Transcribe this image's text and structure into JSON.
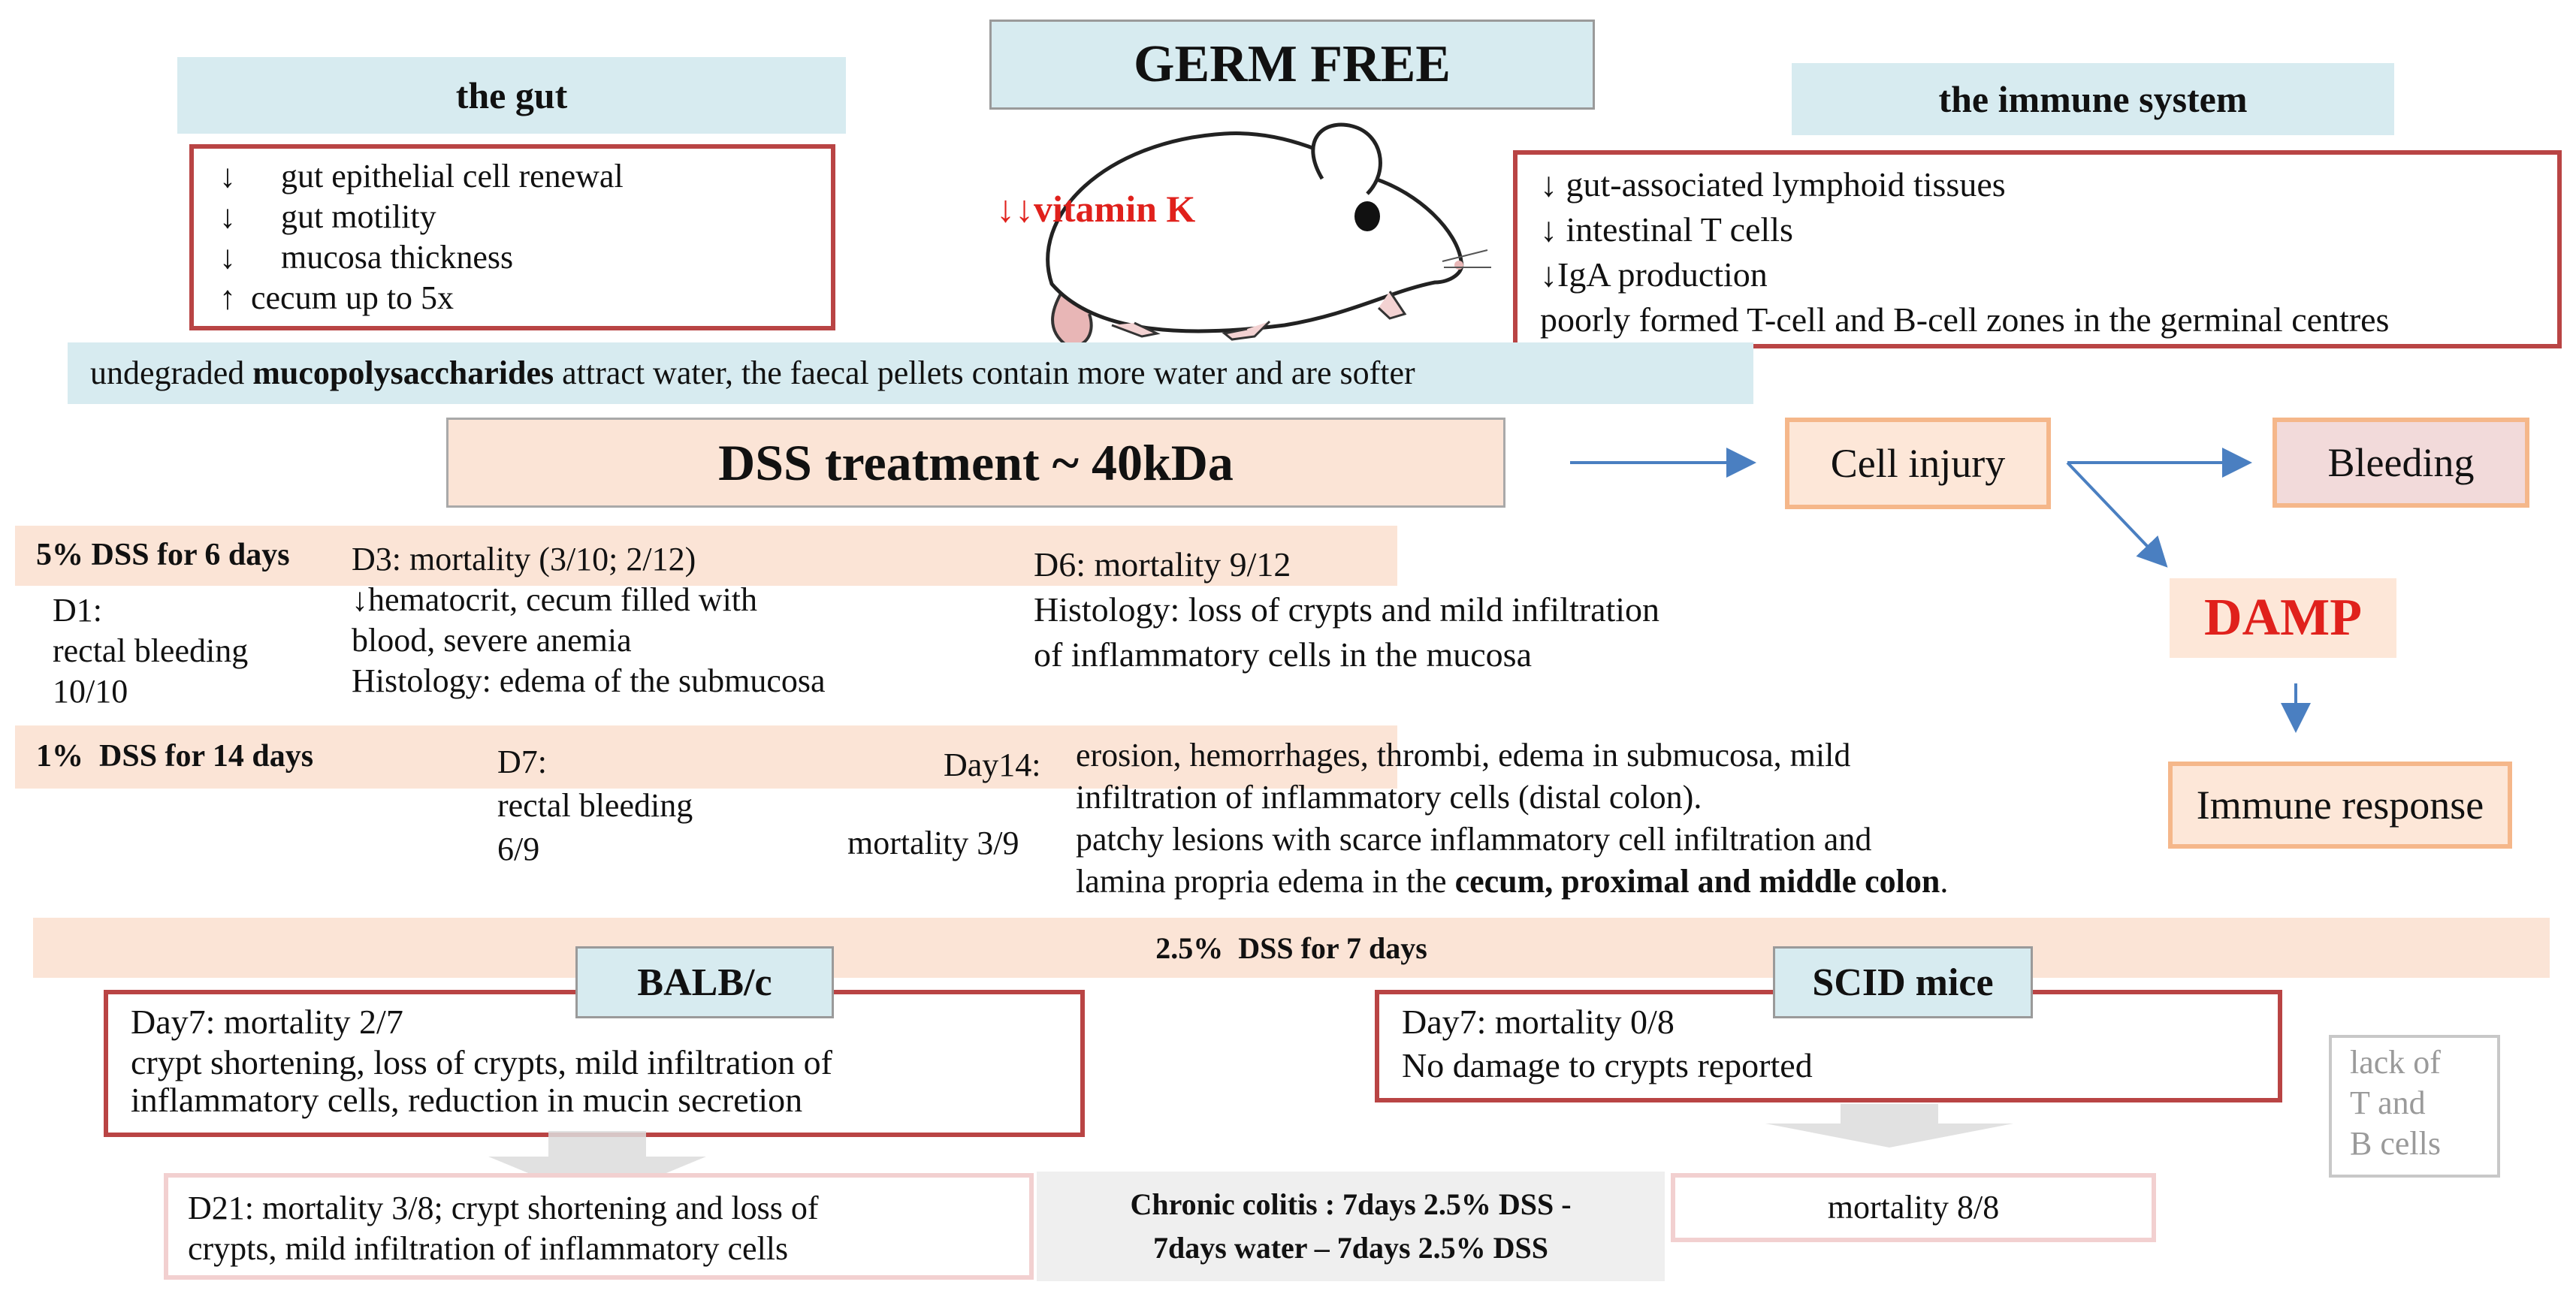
{
  "header": {
    "title": "GERM FREE",
    "gut_title": "the gut",
    "immune_title": "the immune system",
    "vitamin_k": "↓↓vitamin K"
  },
  "gut_effects": [
    {
      "arrow": "↓",
      "text": "gut epithelial cell renewal"
    },
    {
      "arrow": "↓",
      "text": "gut motility"
    },
    {
      "arrow": "↓",
      "text": "mucosa thickness"
    },
    {
      "arrow": "↑",
      "text": "cecum up to 5x"
    }
  ],
  "immune_effects": [
    "↓ gut-associated lymphoid tissues",
    "↓ intestinal T cells",
    "↓IgA production",
    "poorly formed T-cell and B-cell zones in the germinal centres"
  ],
  "mucopoly": {
    "pre": "undegraded ",
    "bold": "mucopolysaccharides",
    "post": " attract water, the faecal pellets contain more water and are softer"
  },
  "dss": {
    "title": "DSS treatment ~ 40kDa",
    "cell_injury": "Cell injury",
    "bleeding": "Bleeding",
    "damp": "DAMP",
    "immune_response": "Immune response"
  },
  "row5": {
    "label": "5% DSS for 6 days",
    "d1": [
      "D1:",
      "rectal bleeding",
      "10/10"
    ],
    "d3": [
      "D3:  mortality (3/10; 2/12)",
      "↓hematocrit, cecum filled with",
      "blood, severe anemia",
      "Histology: edema of the submucosa"
    ],
    "d6": [
      "D6:   mortality 9/12",
      "Histology: loss of crypts  and mild infiltration",
      "of inflammatory cells in the mucosa"
    ]
  },
  "row1": {
    "label": "1%  DSS for 14 days",
    "d7": [
      "D7:",
      "rectal bleeding",
      "6/9"
    ],
    "day14": "Day14:",
    "mortality": "mortality 3/9",
    "text": [
      "erosion, hemorrhages, thrombi, edema in submucosa, mild",
      "infiltration of inflammatory cells (distal colon).",
      "patchy lesions with scarce inflammatory cell infiltration and"
    ],
    "last_pre": "lamina propria edema in the ",
    "last_bold": "cecum, proximal and middle colon",
    "last_post": "."
  },
  "row25": {
    "label": "2.5%  DSS for 7 days",
    "balbc": "BALB/c",
    "scid": "SCID mice",
    "balbc_day7": [
      "Day7: mortality 2/7",
      "crypt shortening, loss of crypts, mild infiltration of",
      "inflammatory cells, reduction in mucin secretion"
    ],
    "scid_day7": [
      "Day7: mortality 0/8",
      "No damage to crypts reported"
    ],
    "lack": [
      "lack of",
      "T and",
      "B cells"
    ],
    "d21": [
      "D21: mortality 3/8; crypt shortening and loss of",
      "crypts, mild infiltration of inflammatory cells"
    ],
    "chronic": [
      "Chronic colitis : 7days 2.5% DSS -",
      "7days water – 7days 2.5% DSS"
    ],
    "scid_mortality": "mortality 8/8"
  },
  "colors": {
    "red_border": "#b94444",
    "orange_border": "#f5b78a",
    "light_blue": "#d7ebf0",
    "peach": "#fbe4d6",
    "arrow_blue": "#4a7fc1",
    "damp_red": "#e0211c"
  }
}
